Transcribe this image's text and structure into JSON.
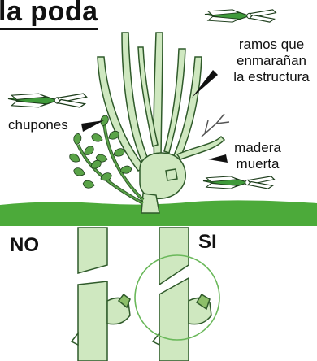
{
  "title": "la poda",
  "labels": {
    "water_sprouts": "chupones",
    "tangled_branches_l1": "ramos que",
    "tangled_branches_l2": "enmarañan",
    "tangled_branches_l3": "la estructura",
    "dead_wood_l1": "madera",
    "dead_wood_l2": "muerta"
  },
  "comparison": {
    "wrong": "NO",
    "right": "SI"
  },
  "colors": {
    "plant_fill": "#cfe8c0",
    "plant_stroke": "#2f5a2a",
    "ground": "#4caa3a",
    "leaf": "#5aa348",
    "shear_green": "#3f9a3a",
    "circle": "#6ab85a"
  },
  "icons": [
    "pruning-shears-icon",
    "pointer-arrow-icon"
  ]
}
